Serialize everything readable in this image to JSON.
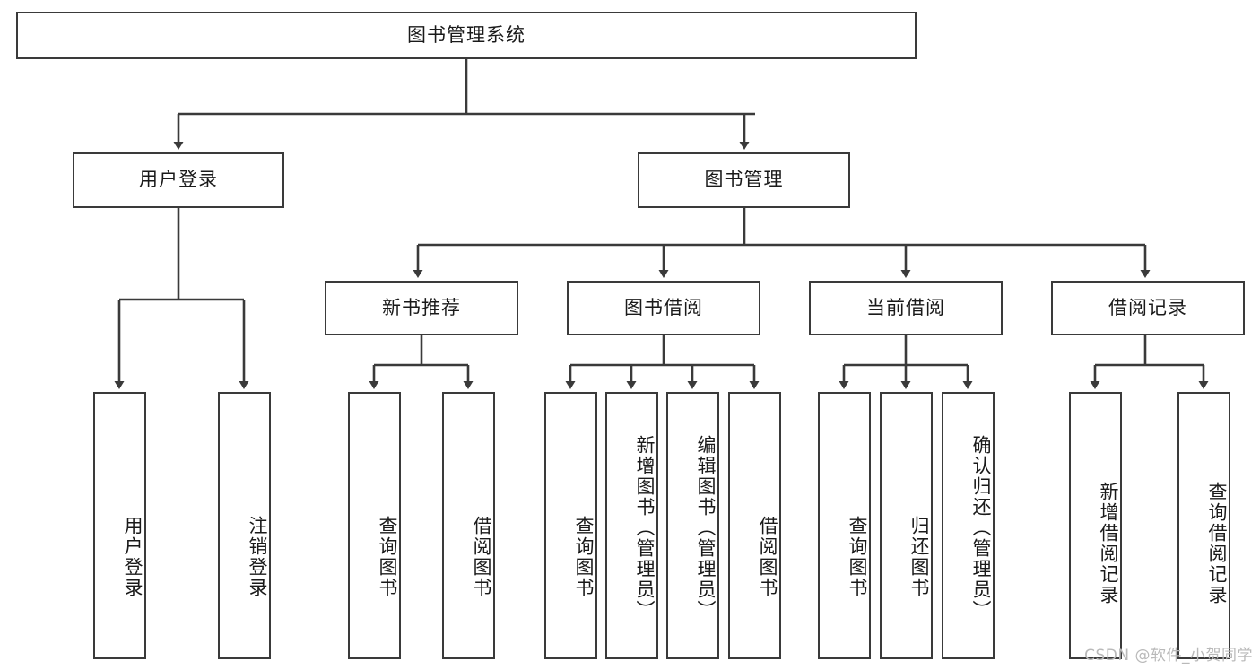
{
  "diagram": {
    "title": "图书管理系统",
    "type": "hierarchy-tree",
    "watermark": "CSDN @软件_小贺同学",
    "colors": {
      "stroke": "#3a3a3a",
      "fill": "#ffffff",
      "text": "#1a1a1a",
      "watermark": "#b9b9b9"
    },
    "nodes": {
      "root": {
        "label": "图书管理系统"
      },
      "level2": [
        {
          "id": "user-login",
          "label": "用户登录"
        },
        {
          "id": "book-manage",
          "label": "图书管理"
        }
      ],
      "level3": [
        {
          "id": "new-book-recommend",
          "label": "新书推荐"
        },
        {
          "id": "book-borrow",
          "label": "图书借阅"
        },
        {
          "id": "current-borrow",
          "label": "当前借阅"
        },
        {
          "id": "borrow-record",
          "label": "借阅记录"
        }
      ],
      "leaves": {
        "user-login": [
          {
            "id": "leaf-user-login",
            "label": "用户登录"
          },
          {
            "id": "leaf-user-logout",
            "label": "注销登录"
          }
        ],
        "new-book-recommend": [
          {
            "id": "leaf-query-book-1",
            "label": "查询图书"
          },
          {
            "id": "leaf-borrow-book-1",
            "label": "借阅图书"
          }
        ],
        "book-borrow": [
          {
            "id": "leaf-query-book-2",
            "label": "查询图书"
          },
          {
            "id": "leaf-add-book-admin",
            "label": "新增图书（管理员）"
          },
          {
            "id": "leaf-edit-book-admin",
            "label": "编辑图书（管理员）"
          },
          {
            "id": "leaf-borrow-book-2",
            "label": "借阅图书"
          }
        ],
        "current-borrow": [
          {
            "id": "leaf-query-book-3",
            "label": "查询图书"
          },
          {
            "id": "leaf-return-book",
            "label": "归还图书"
          },
          {
            "id": "leaf-confirm-return-admin",
            "label": "确认归还（管理员）"
          }
        ],
        "borrow-record": [
          {
            "id": "leaf-add-borrow-record",
            "label": "新增借阅记录"
          },
          {
            "id": "leaf-query-borrow-record",
            "label": "查询借阅记录"
          }
        ]
      }
    }
  }
}
